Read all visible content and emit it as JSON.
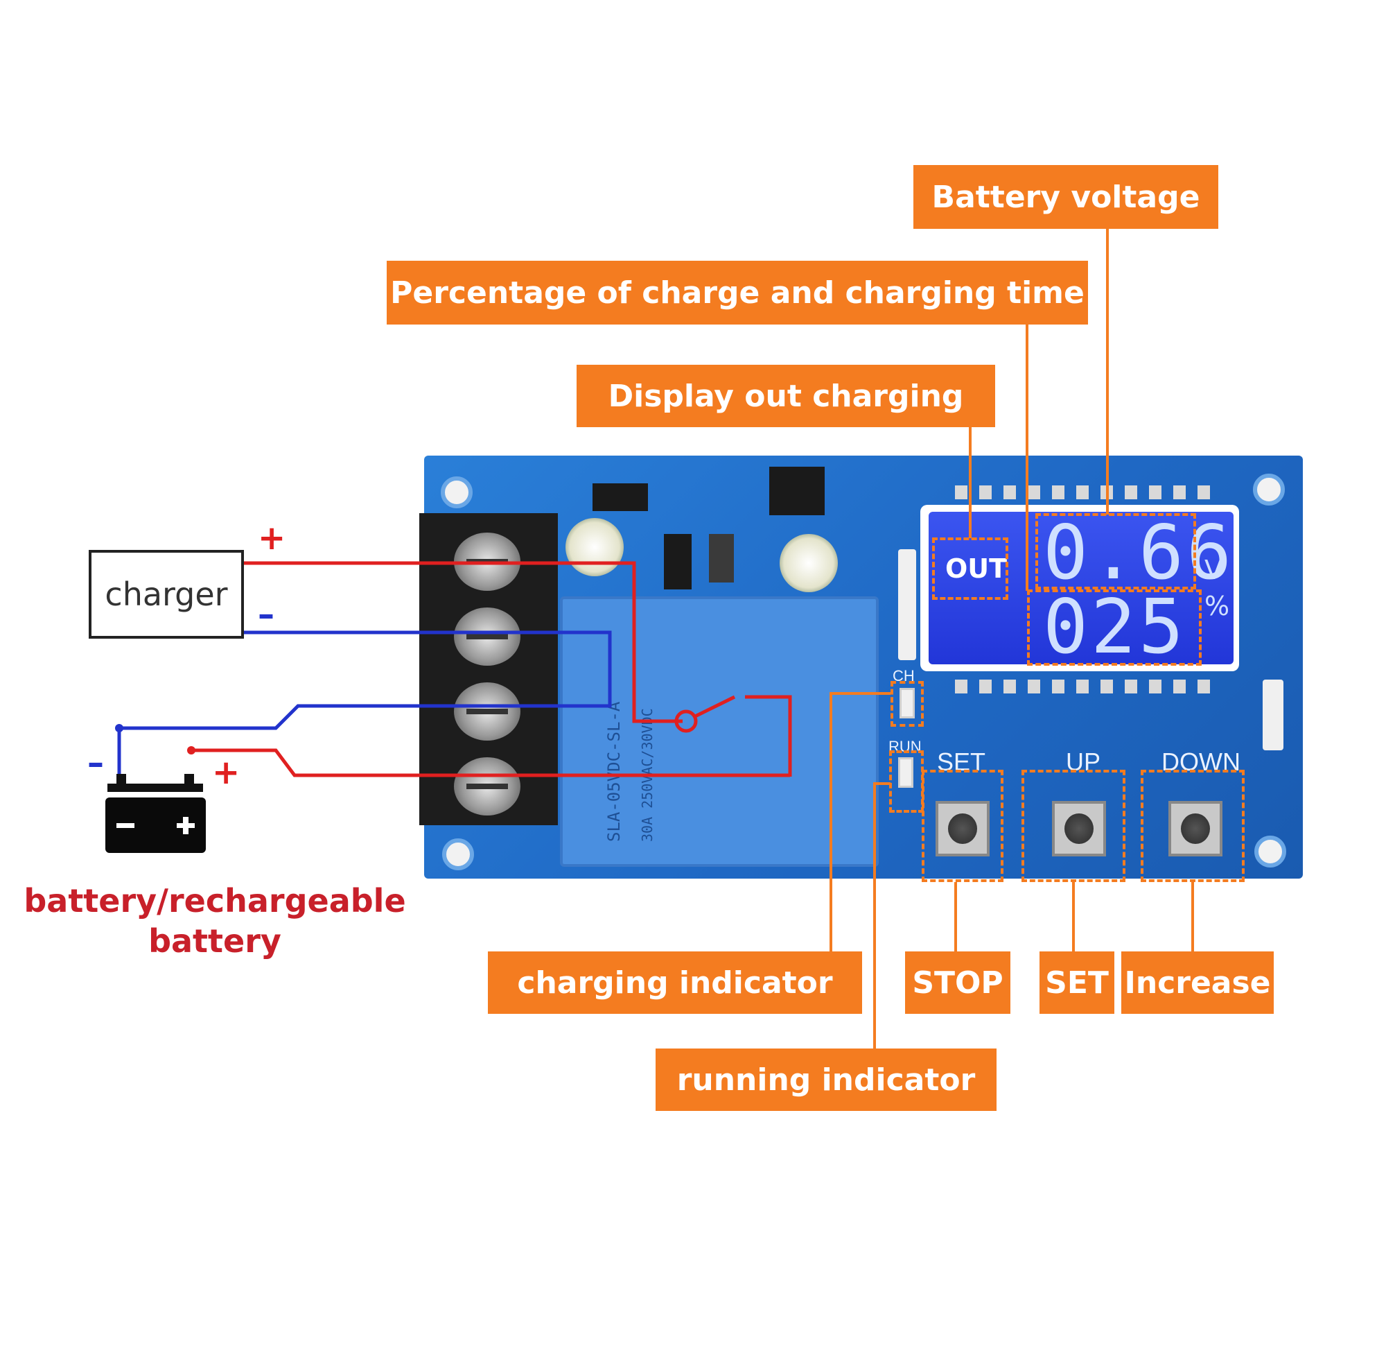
{
  "labels": {
    "battery_voltage": "Battery voltage",
    "percentage_time": "Percentage of charge and charging time",
    "display_out": "Display out charging",
    "charging_indicator": "charging indicator",
    "running_indicator": "running indicator",
    "stop": "STOP",
    "set": "SET",
    "increase": "Increase"
  },
  "charger": {
    "label": "charger",
    "plus": "+",
    "minus": "–"
  },
  "battery": {
    "plus": "+",
    "minus": "–",
    "label_line1": "battery/rechargeable",
    "label_line2": "battery"
  },
  "lcd": {
    "out": "OUT",
    "voltage_value": "0.66",
    "voltage_unit": "V",
    "percent_value": "025",
    "percent_unit": "%"
  },
  "board": {
    "ch": "CH",
    "run": "RUN",
    "button_set": "SET",
    "button_up": "UP",
    "button_down": "DOWN",
    "relay_text_1": "SLA-05VDC-SL-A",
    "relay_text_2": "30A 250VAC/30VDC"
  },
  "colors": {
    "label_bg": "#f47c20",
    "positive_wire": "#e02020",
    "negative_wire": "#2233cc",
    "pcb": "#1f68c4",
    "lcd": "#2236d8",
    "battery_text": "#c8202a"
  }
}
